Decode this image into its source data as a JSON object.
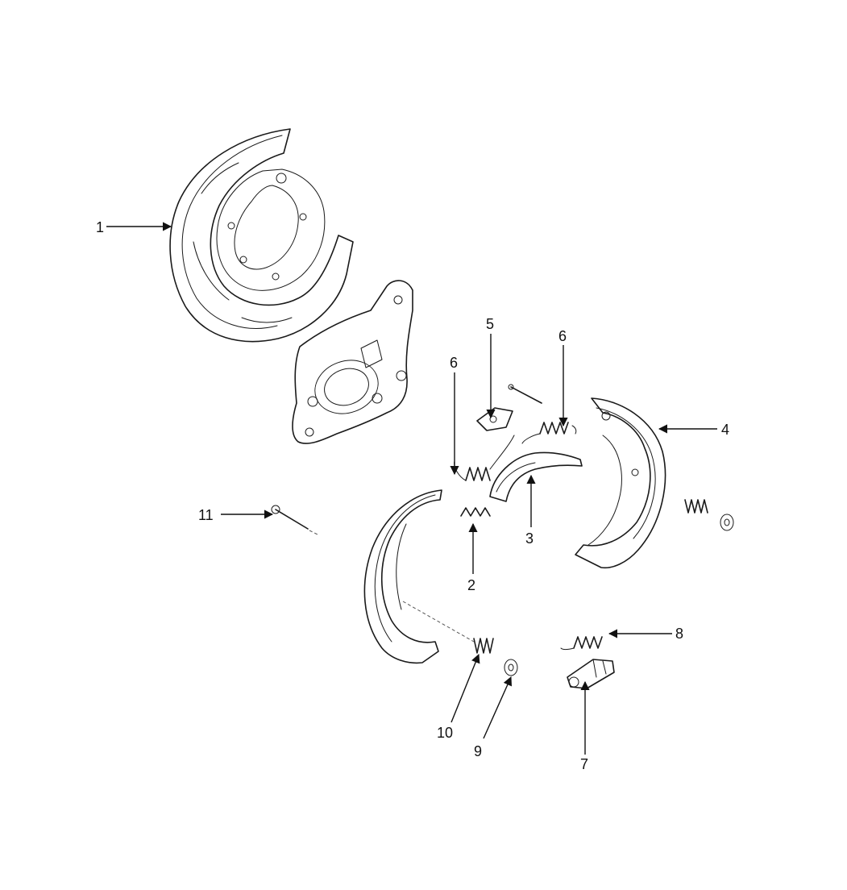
{
  "diagram": {
    "callouts": [
      {
        "id": "c1",
        "label": "1"
      },
      {
        "id": "c2",
        "label": "2"
      },
      {
        "id": "c3",
        "label": "3"
      },
      {
        "id": "c4",
        "label": "4"
      },
      {
        "id": "c5",
        "label": "5"
      },
      {
        "id": "c6a",
        "label": "6"
      },
      {
        "id": "c6b",
        "label": "6"
      },
      {
        "id": "c7",
        "label": "7"
      },
      {
        "id": "c8",
        "label": "8"
      },
      {
        "id": "c9",
        "label": "9"
      },
      {
        "id": "c10",
        "label": "10"
      },
      {
        "id": "c11",
        "label": "11"
      }
    ]
  }
}
